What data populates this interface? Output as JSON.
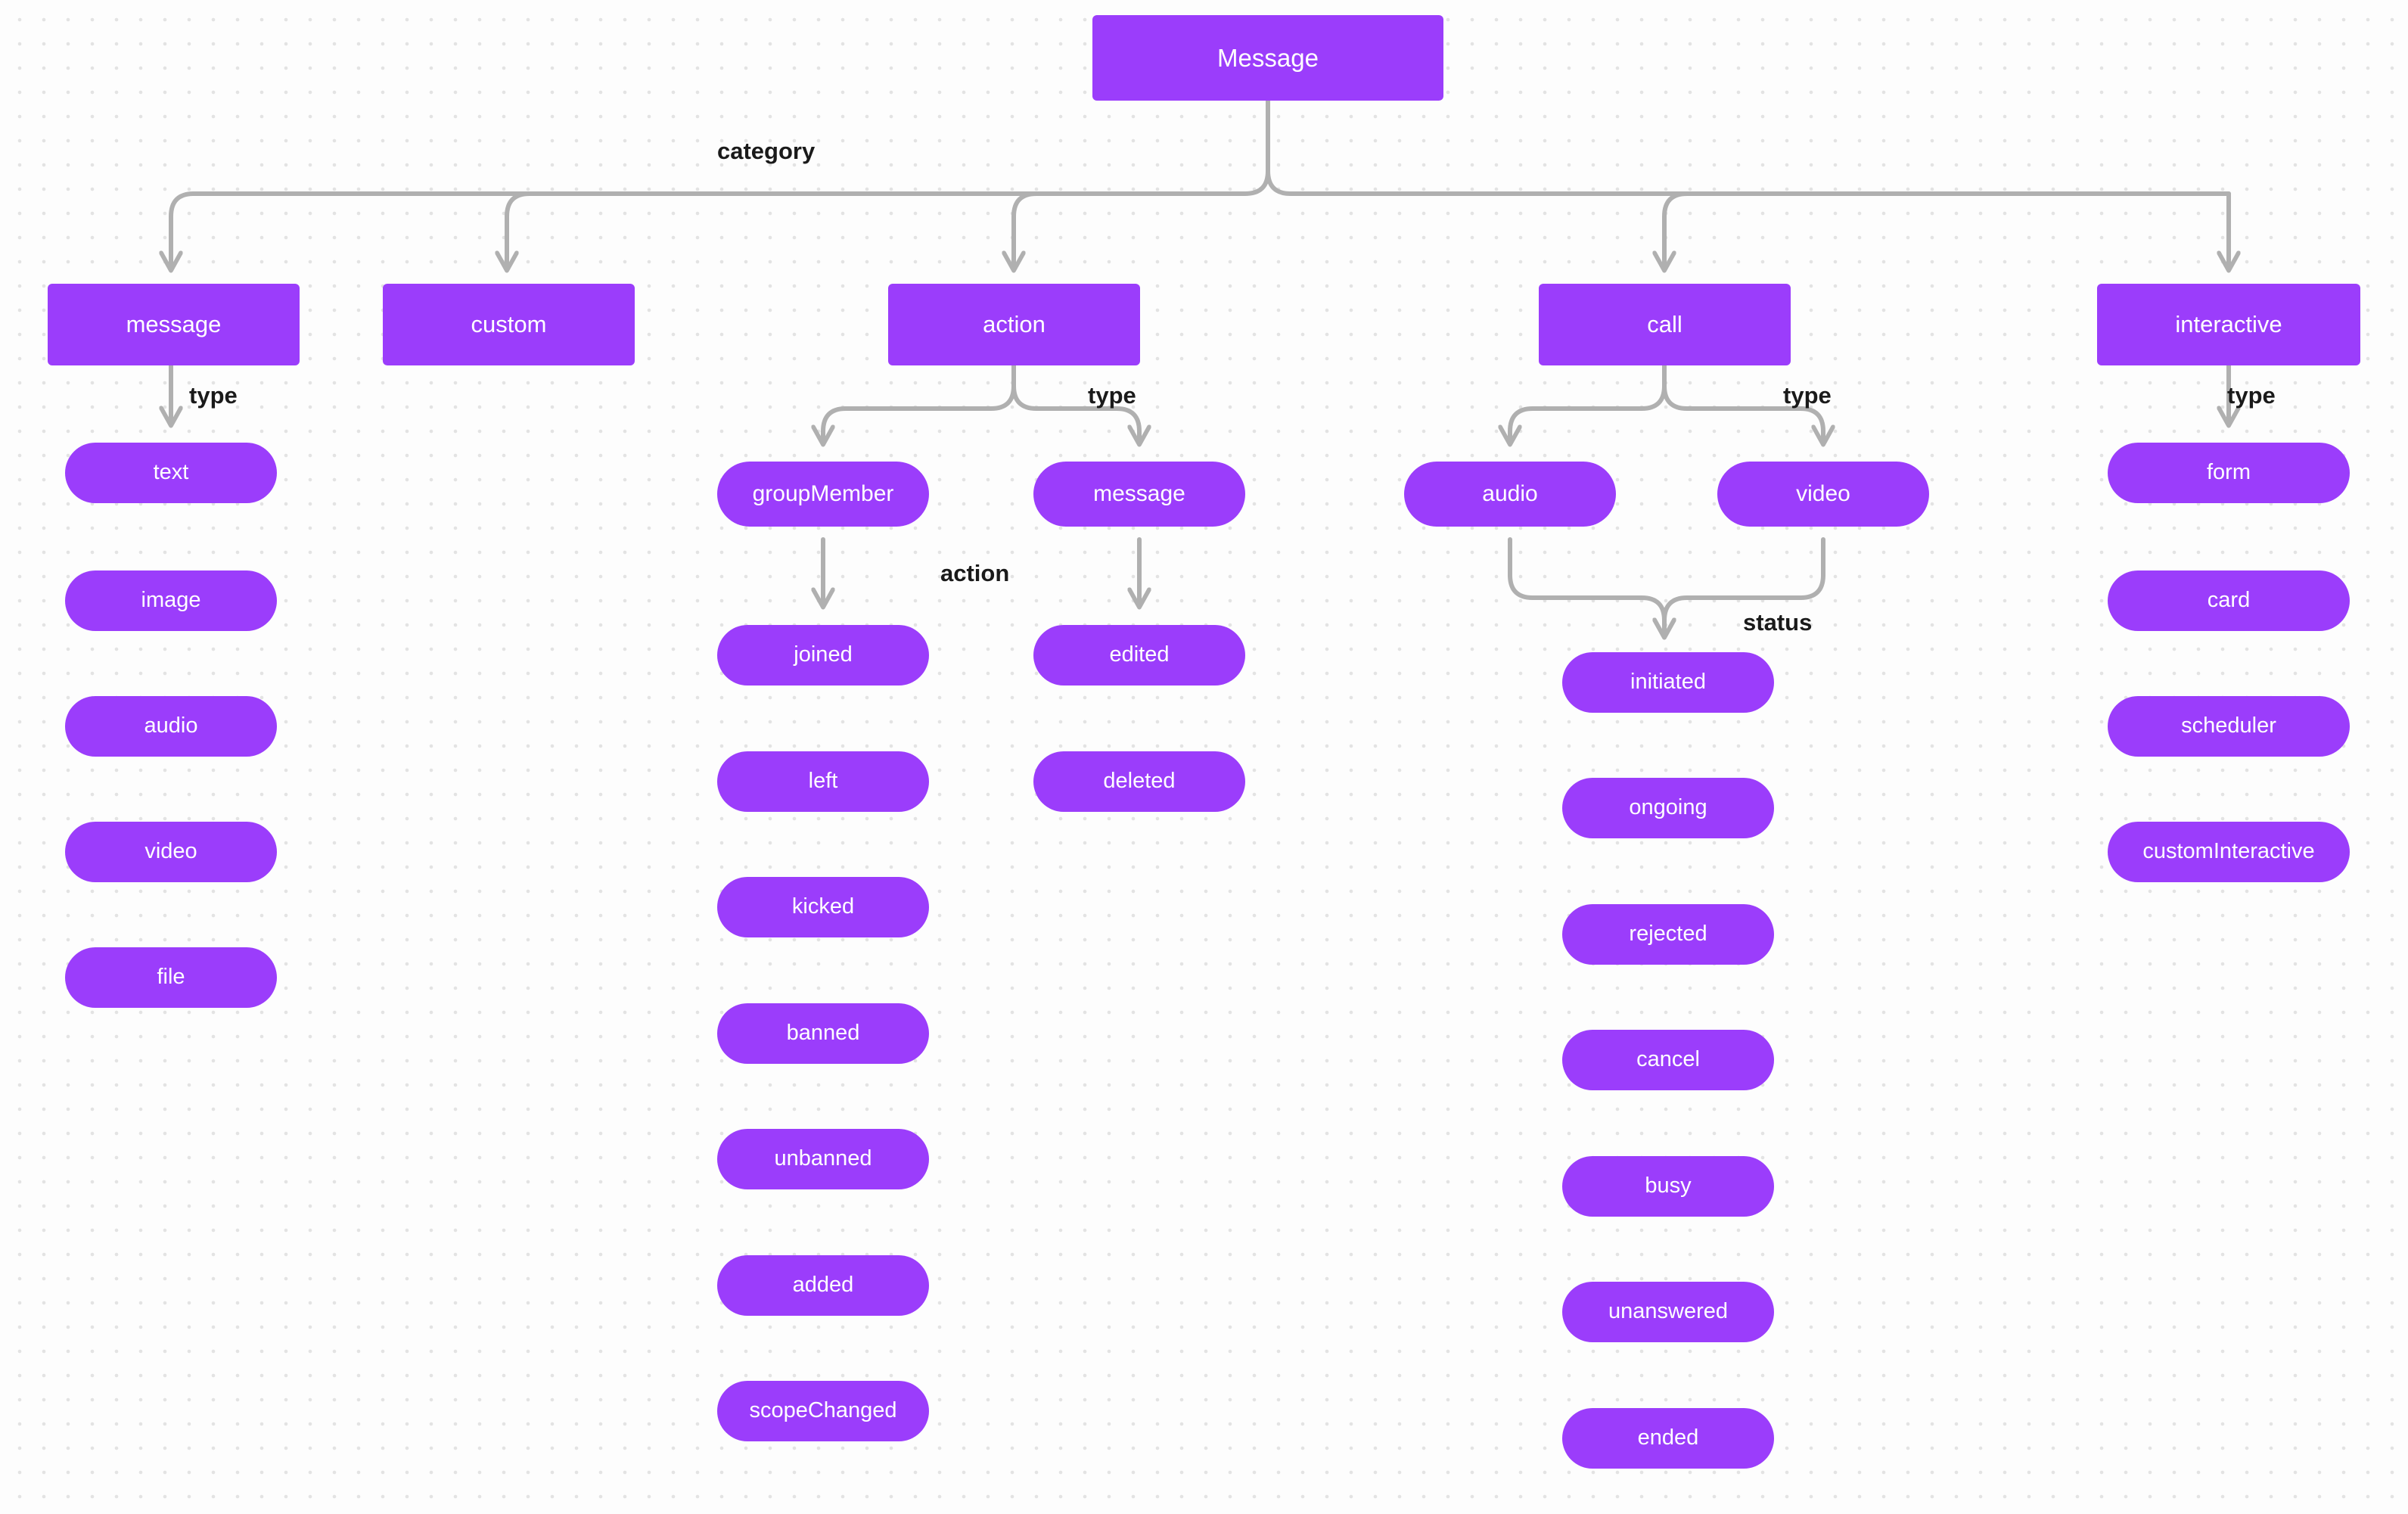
{
  "diagram": {
    "title": "Message",
    "colors": {
      "node_fill": "#9b3dfb",
      "node_text": "#ffffff",
      "edge_stroke": "#b0b0b0",
      "label_text": "#1a1a1a",
      "background": "#fdfdfd",
      "grid_dot": "#e3e3e3"
    },
    "root": {
      "label": "Message"
    },
    "edge_labels": {
      "category": "category",
      "message_type": "type",
      "action_type": "type",
      "call_type": "type",
      "interactive_type": "type",
      "group_action": "action",
      "call_status": "status"
    },
    "categories": [
      {
        "id": "message",
        "label": "message"
      },
      {
        "id": "custom",
        "label": "custom"
      },
      {
        "id": "action",
        "label": "action"
      },
      {
        "id": "call",
        "label": "call"
      },
      {
        "id": "interactive",
        "label": "interactive"
      }
    ],
    "message_types": [
      {
        "label": "text"
      },
      {
        "label": "image"
      },
      {
        "label": "audio"
      },
      {
        "label": "video"
      },
      {
        "label": "file"
      }
    ],
    "action_types": [
      {
        "label": "groupMember"
      },
      {
        "label": "message"
      }
    ],
    "group_member_actions": [
      {
        "label": "joined"
      },
      {
        "label": "left"
      },
      {
        "label": "kicked"
      },
      {
        "label": "banned"
      },
      {
        "label": "unbanned"
      },
      {
        "label": "added"
      },
      {
        "label": "scopeChanged"
      }
    ],
    "message_actions": [
      {
        "label": "edited"
      },
      {
        "label": "deleted"
      }
    ],
    "call_types": [
      {
        "label": "audio"
      },
      {
        "label": "video"
      }
    ],
    "call_statuses": [
      {
        "label": "initiated"
      },
      {
        "label": "ongoing"
      },
      {
        "label": "rejected"
      },
      {
        "label": "cancel"
      },
      {
        "label": "busy"
      },
      {
        "label": "unanswered"
      },
      {
        "label": "ended"
      }
    ],
    "interactive_types": [
      {
        "label": "form"
      },
      {
        "label": "card"
      },
      {
        "label": "scheduler"
      },
      {
        "label": "customInteractive"
      }
    ]
  }
}
